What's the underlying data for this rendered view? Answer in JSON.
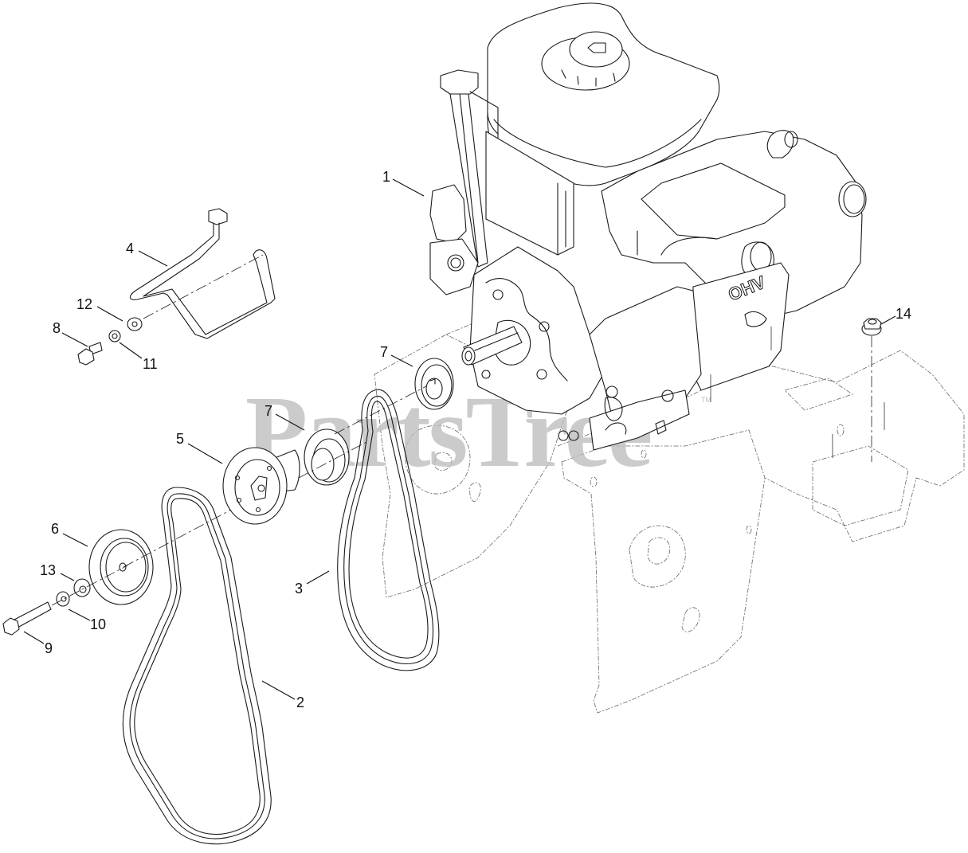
{
  "diagram": {
    "type": "exploded parts diagram",
    "subject": "Engine and drive belt assembly",
    "watermark": {
      "text": "PartsTree",
      "trademark": "TM"
    },
    "engine_marking": "OHV",
    "callouts": [
      {
        "number": "1",
        "part": "Engine"
      },
      {
        "number": "2",
        "part": "Belt (auger drive)"
      },
      {
        "number": "3",
        "part": "Belt (traction drive)"
      },
      {
        "number": "4",
        "part": "Belt guide"
      },
      {
        "number": "5",
        "part": "Pulley"
      },
      {
        "number": "6",
        "part": "Idler pulley"
      },
      {
        "number": "7",
        "part": "Spacer / bearing (upper)"
      },
      {
        "number": "7b",
        "part": "Spacer / bearing (lower)"
      },
      {
        "number": "8",
        "part": "Bolt"
      },
      {
        "number": "9",
        "part": "Bolt (long)"
      },
      {
        "number": "10",
        "part": "Lock washer"
      },
      {
        "number": "11",
        "part": "Lock washer"
      },
      {
        "number": "12",
        "part": "Flat washer"
      },
      {
        "number": "13",
        "part": "Flat washer"
      },
      {
        "number": "14",
        "part": "Flange nut"
      }
    ],
    "labels": {
      "c1": "1",
      "c2": "2",
      "c3": "3",
      "c4": "4",
      "c5": "5",
      "c6": "6",
      "c7a": "7",
      "c7b": "7",
      "c8": "8",
      "c9": "9",
      "c10": "10",
      "c11": "11",
      "c12": "12",
      "c13": "13",
      "c14": "14"
    }
  }
}
